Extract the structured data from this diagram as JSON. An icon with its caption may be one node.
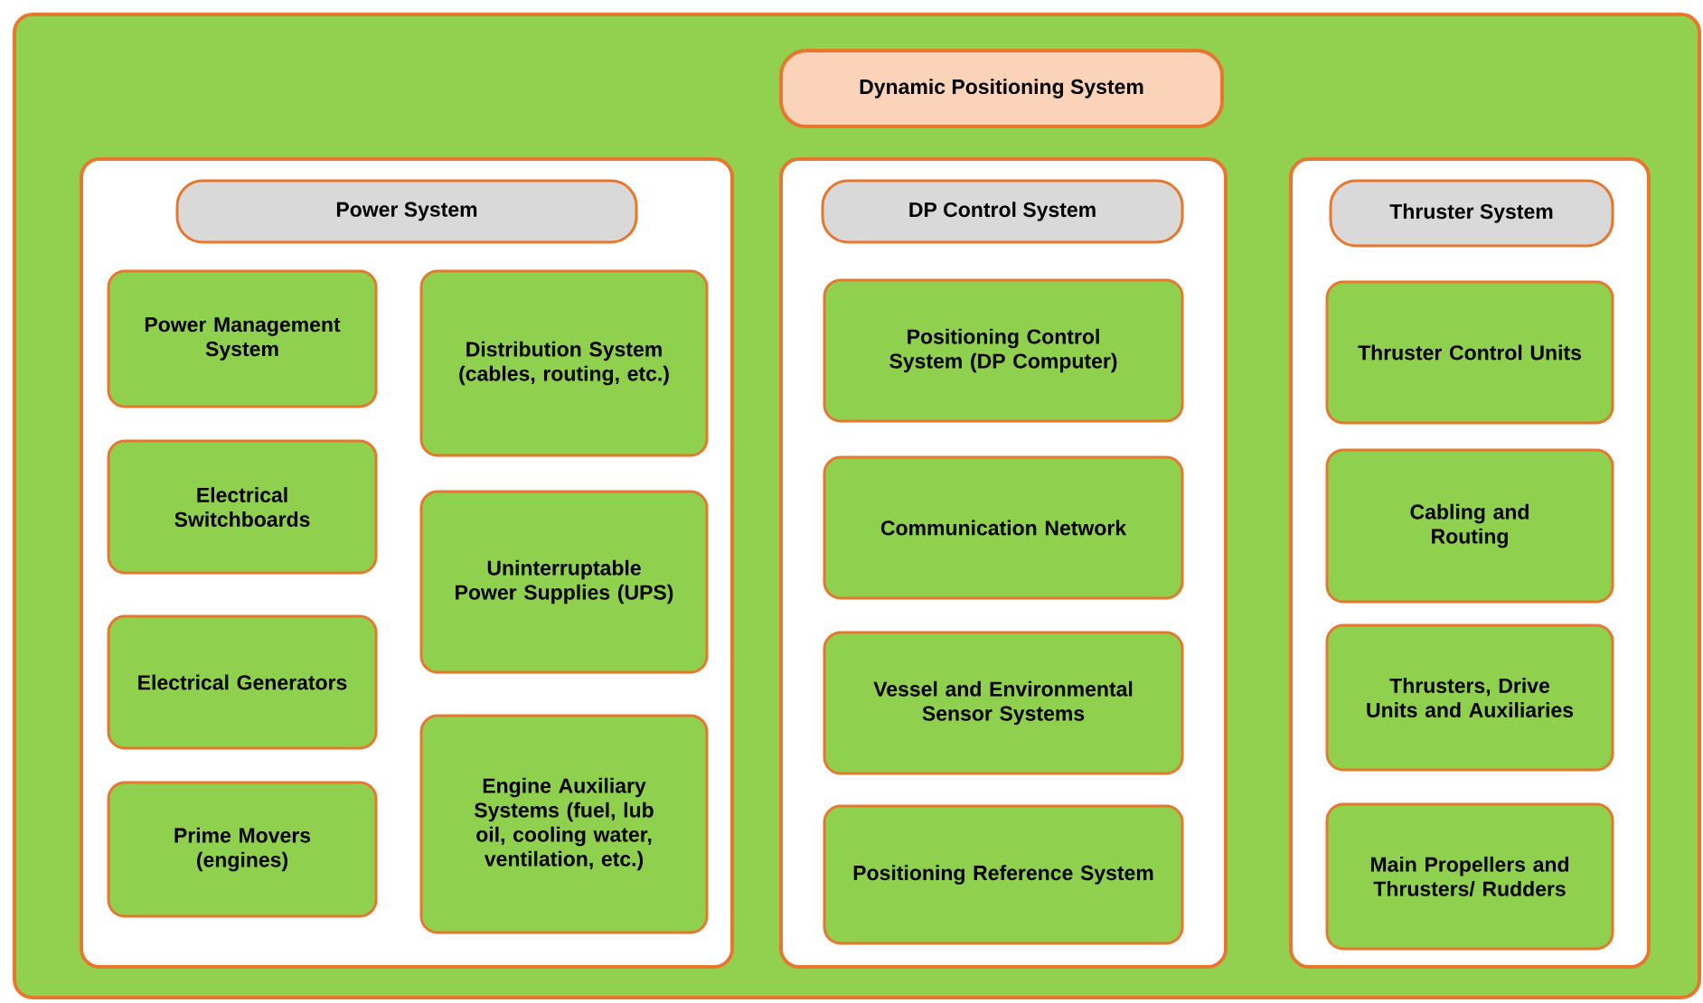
{
  "diagram": {
    "nodes": [
      {
        "text": [
          "Dynamic Positioning System"
        ]
      },
      {
        "text": [
          "Power System"
        ]
      },
      {
        "text": [
          "Power Management System"
        ],
        "in": 1
      },
      {
        "text": [
          "Electrical Switchboards"
        ],
        "in": 1
      },
      {
        "text": [
          "Electrical Generators"
        ],
        "in": 1
      },
      {
        "text": [
          "Prime Movers (engines)"
        ],
        "in": 1
      },
      {
        "text": [
          "Distribution System (cables, routing, etc.)"
        ],
        "in": 1
      },
      {
        "text": [
          "Uninterruptable Power Supplies (UPS)"
        ],
        "in": 1
      },
      {
        "text": [
          "Engine Auxiliary Systems (fuel, lub oil, cooling water, ventilation, etc.)"
        ],
        "in": 1
      },
      {
        "text": [
          "DP Control System"
        ]
      },
      {
        "text": [
          "Positioning Control System (DP Computer)"
        ],
        "in": 9
      },
      {
        "text": [
          "Communication Network"
        ],
        "in": 9
      },
      {
        "text": [
          "Vessel and Environmental Sensor Systems"
        ],
        "in": 9
      },
      {
        "text": [
          "Positioning Reference System"
        ],
        "in": 9
      },
      {
        "text": [
          "Thruster System"
        ]
      },
      {
        "text": [
          "Thruster Control Units"
        ],
        "in": 14
      },
      {
        "text": [
          "Cabling and Routing"
        ],
        "in": 14
      },
      {
        "text": [
          "Thrusters, Drive Units and Auxiliaries"
        ],
        "in": 14
      },
      {
        "text": [
          "Main Propellers and Thrusters/ Rudders"
        ],
        "in": 14
      }
    ]
  }
}
